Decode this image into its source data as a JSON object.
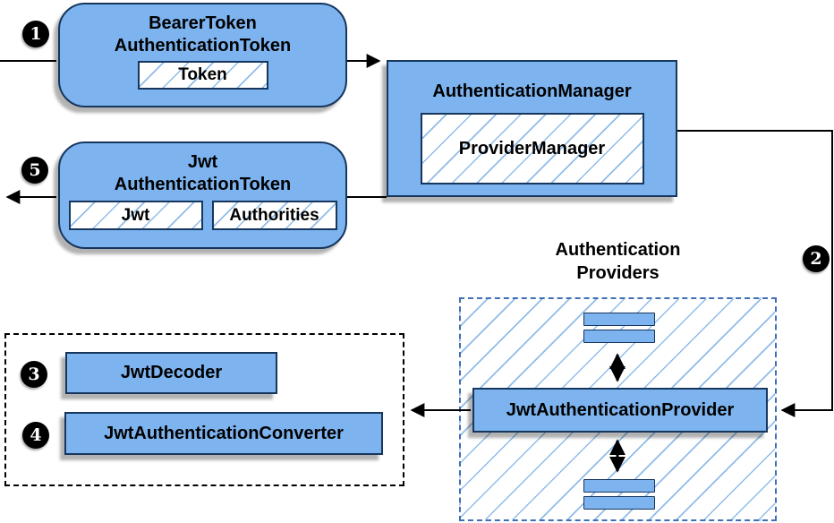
{
  "colors": {
    "node_fill": "#7db4f0",
    "node_border": "#16365d",
    "hatch_line": "#8fbce9",
    "provider_group_border": "#3f6fb5",
    "connector": "#000000",
    "badge_bg": "#000000",
    "badge_text": "#ffffff"
  },
  "nodes": {
    "bearer_token": {
      "title_line1": "BearerToken",
      "title_line2": "AuthenticationToken",
      "field_token": "Token"
    },
    "authentication_manager": {
      "title": "AuthenticationManager",
      "implementation": "ProviderManager"
    },
    "jwt_authentication_token": {
      "title_line1": "Jwt",
      "title_line2": "AuthenticationToken",
      "field_jwt": "Jwt",
      "field_authorities": "Authorities"
    },
    "authentication_providers": {
      "label_line1": "Authentication",
      "label_line2": "Providers",
      "provider_label": "JwtAuthenticationProvider"
    },
    "jwt_decoder_label": "JwtDecoder",
    "jwt_authentication_converter_label": "JwtAuthenticationConverter"
  },
  "step_badges": {
    "step_1": "1",
    "step_2": "2",
    "step_3": "3",
    "step_4": "4",
    "step_5": "5"
  }
}
